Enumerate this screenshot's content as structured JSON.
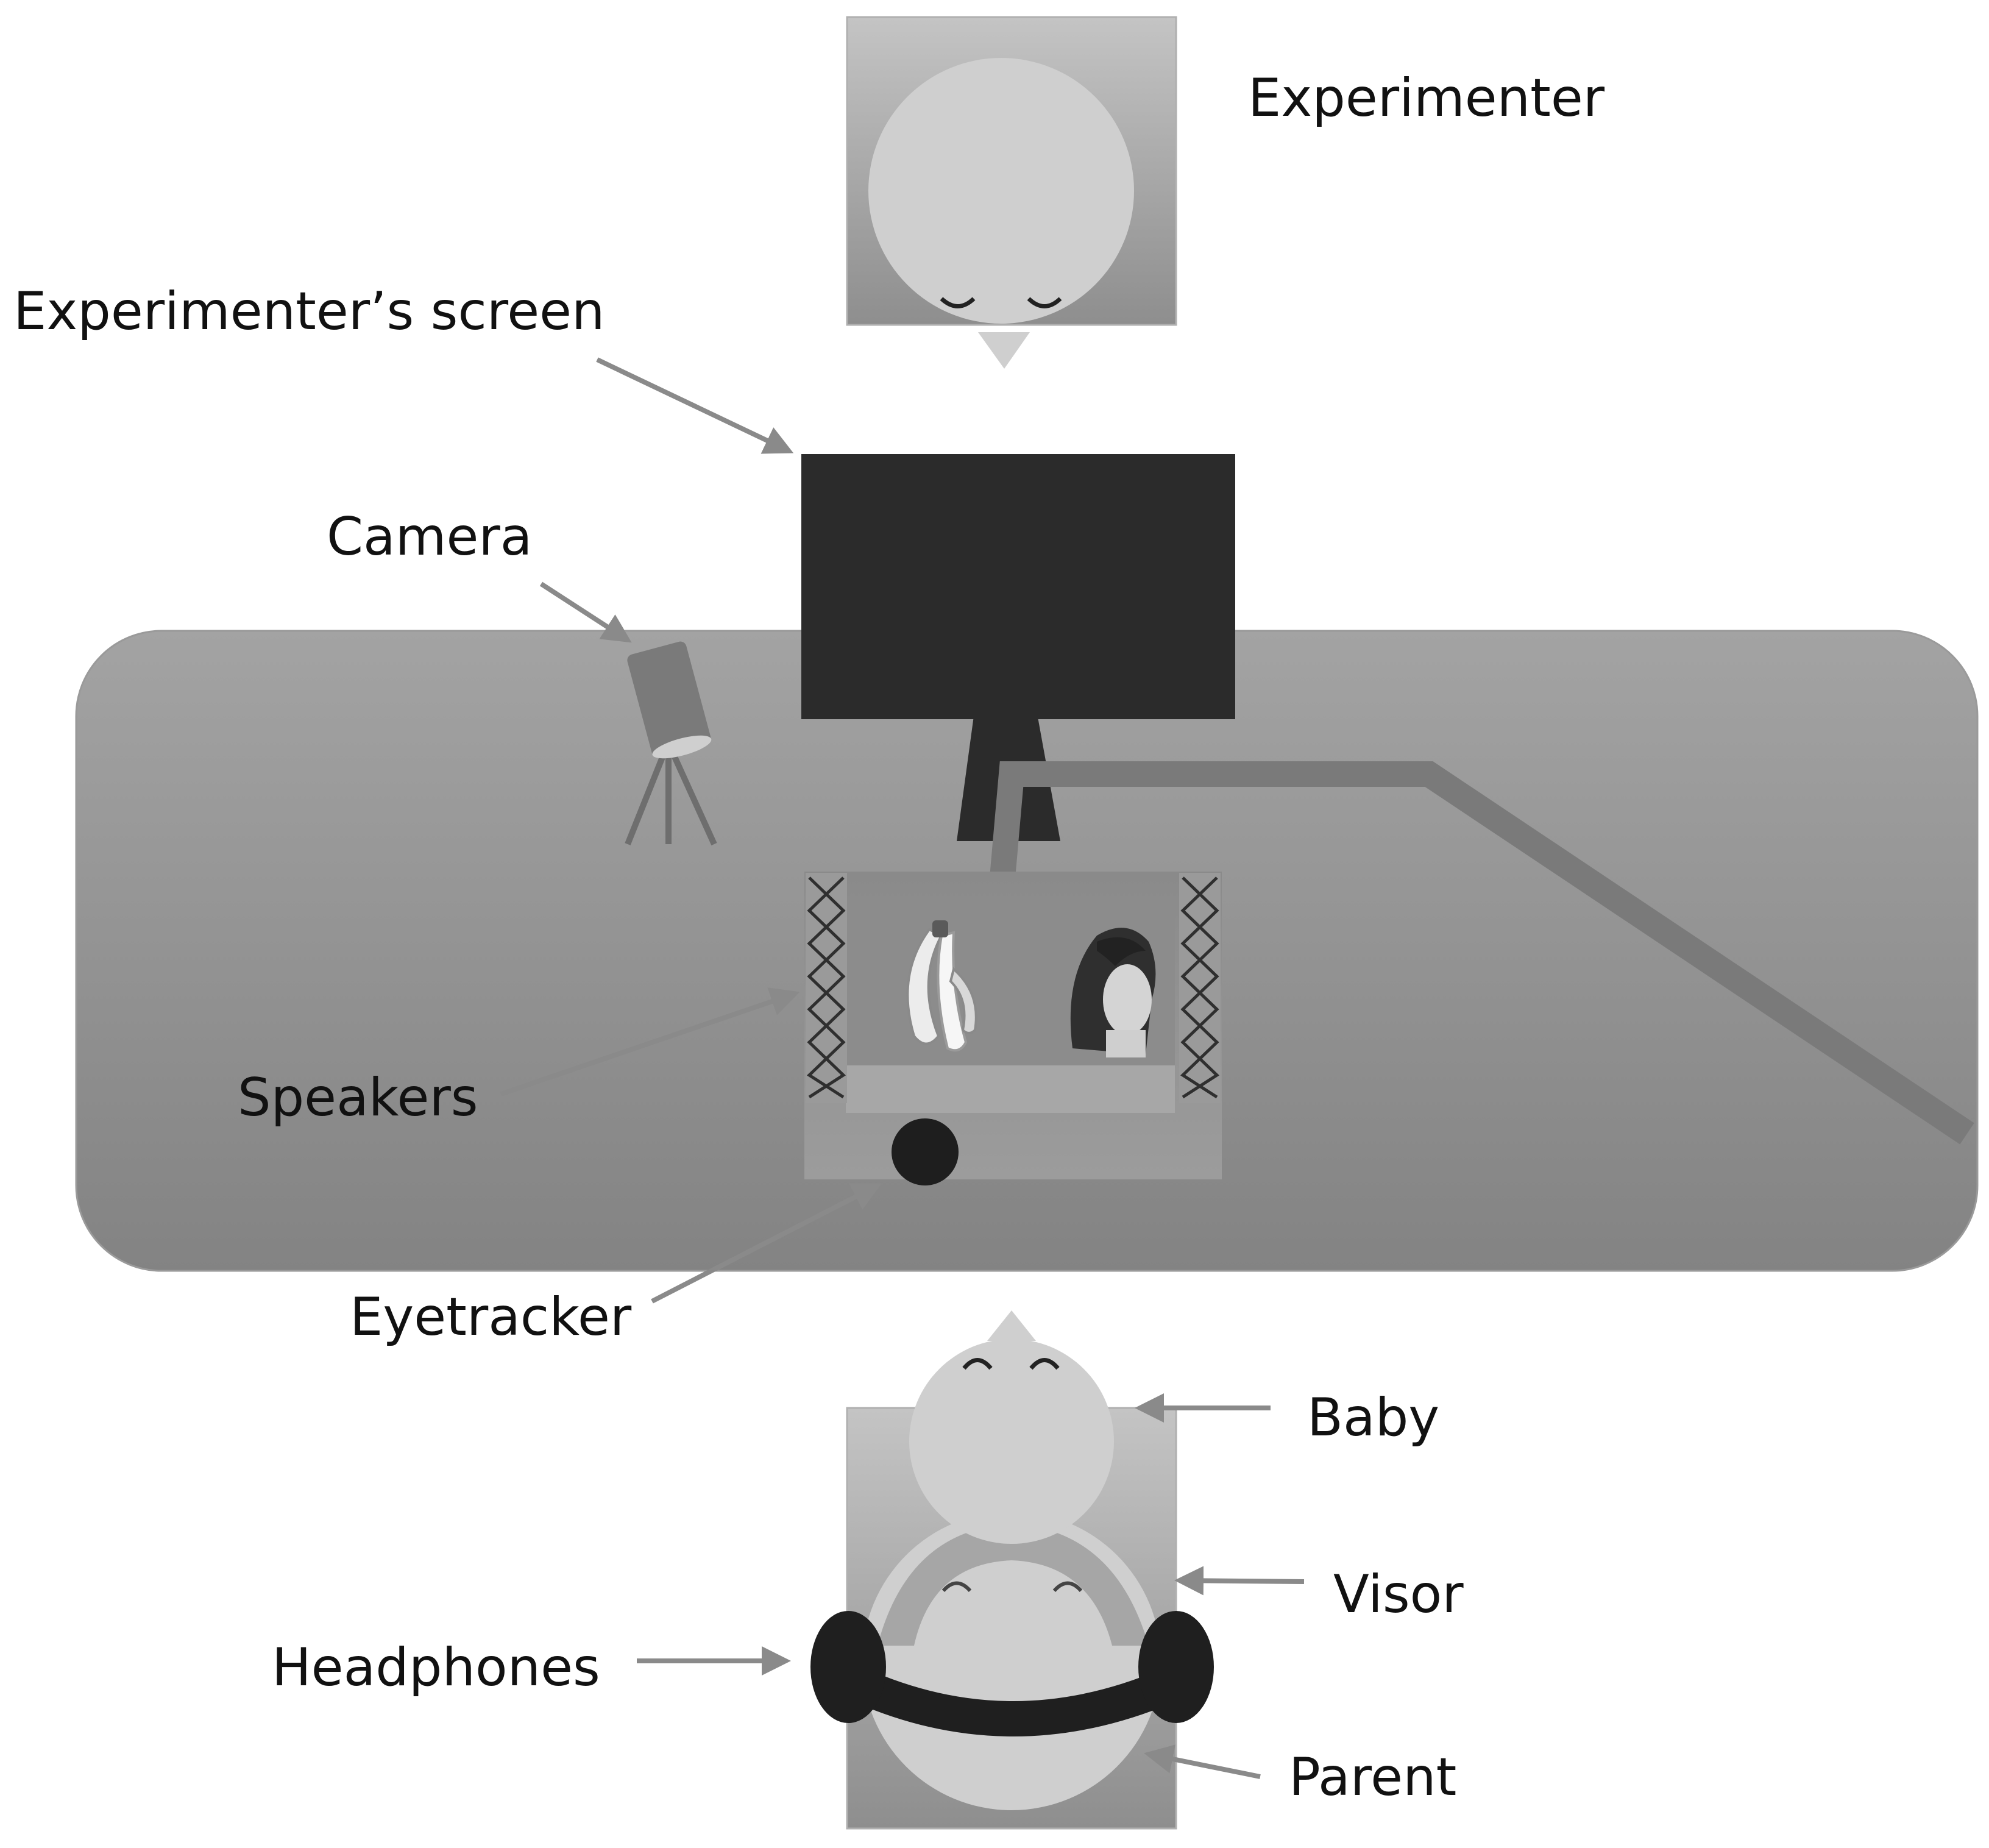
{
  "labels": {
    "experimenter": "Experimenter",
    "experimenters_screen": "Experimenter’s screen",
    "camera": "Camera",
    "speakers": "Speakers",
    "eyetracker": "Eyetracker",
    "baby": "Baby",
    "visor": "Visor",
    "headphones": "Headphones",
    "parent": "Parent"
  },
  "colors": {
    "table": "#8f8f8f",
    "screen": "#2b2b2b",
    "cable": "#7a7a7a",
    "head": "#cfcfcf",
    "arrow": "#8a8a8a",
    "eyetracker": "#1e1e1e",
    "headphones": "#1f1f1f"
  },
  "stimuli": {
    "left_image": "banana",
    "right_image": "child-face"
  }
}
